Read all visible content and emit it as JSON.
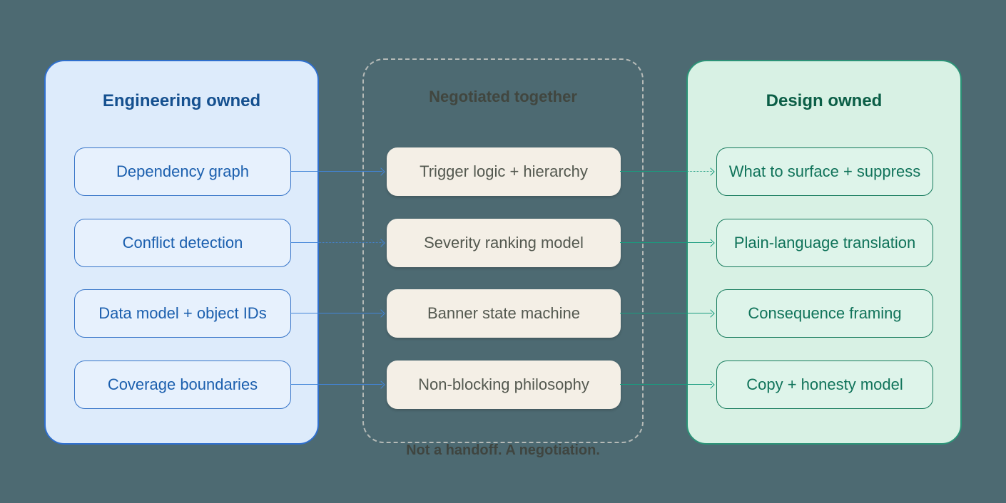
{
  "diagram": {
    "columns": {
      "engineering": {
        "title": "Engineering owned",
        "items": [
          "Dependency graph",
          "Conflict detection",
          "Data model + object IDs",
          "Coverage boundaries"
        ]
      },
      "negotiated": {
        "title": "Negotiated together",
        "items": [
          "Trigger logic + hierarchy",
          "Severity ranking model",
          "Banner state machine",
          "Non-blocking philosophy"
        ]
      },
      "design": {
        "title": "Design owned",
        "items": [
          "What to surface + suppress",
          "Plain-language translation",
          "Consequence framing",
          "Copy + honesty model"
        ]
      }
    },
    "caption": "Not a handoff. A negotiation."
  },
  "colors": {
    "bg": "#4d6a72",
    "panel-eng-bg": "#ddebfb",
    "panel-eng-border": "#2f6fce",
    "title-eng": "#15508f",
    "node-eng-bg": "#e7f1fd",
    "node-eng-border": "#3674c8",
    "node-eng-text": "#1b5fae",
    "panel-neg-border": "#b5bab7",
    "title-neg": "#41463f",
    "node-neg-bg": "#f4efe6",
    "node-neg-text": "#53584f",
    "panel-des-bg": "#d8f1e4",
    "panel-des-border": "#2b9377",
    "title-des": "#0b5e46",
    "node-des-bg": "#def4ea",
    "node-des-border": "#157a5c",
    "node-des-text": "#10735a",
    "conn-blue": "#4285d8",
    "conn-teal": "#1a9c7f",
    "caption": "#3f4540"
  }
}
